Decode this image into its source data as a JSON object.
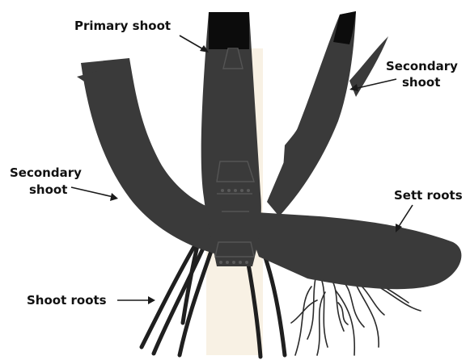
{
  "labels": {
    "primary_shoot": "Primary shoot",
    "secondary_shoot_right_line1": "Secondary",
    "secondary_shoot_right_line2": "shoot",
    "secondary_shoot_left_line1": "Secondary",
    "secondary_shoot_left_line2": "shoot",
    "sett_roots": "Sett roots",
    "shoot_roots": "Shoot roots"
  },
  "colors": {
    "plant_body": "#3a3a3a",
    "dark_tip": "#0c0c0c",
    "roots": "#2b2b2b",
    "background": "#ffffff"
  }
}
